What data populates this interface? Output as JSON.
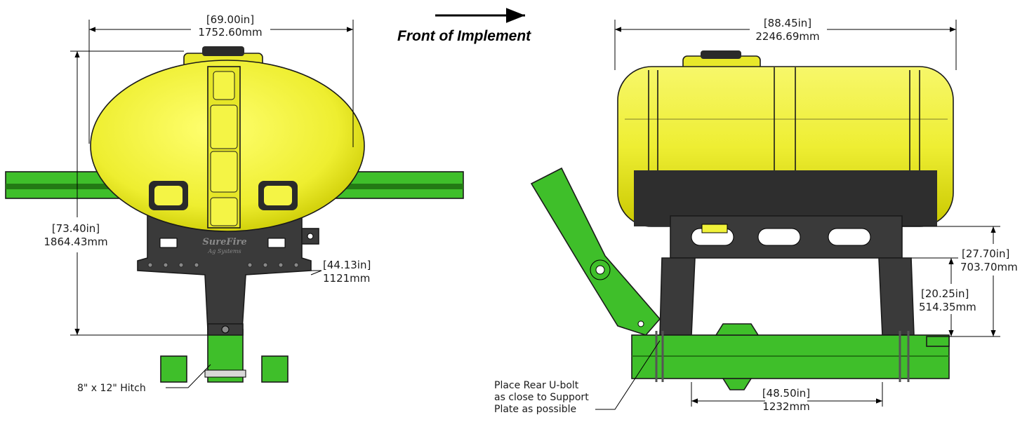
{
  "colors": {
    "tank_yellow": "#f1f23a",
    "tank_shadow": "#c9c800",
    "frame_green": "#3fbf2a",
    "frame_dark_green": "#237a14",
    "bracket_gray": "#3a3a3a",
    "outline": "#1a1a1a"
  },
  "header": {
    "front_label": "Front of Implement",
    "arrow_icon": "right-arrow-icon"
  },
  "rear_view": {
    "width_in": "[69.00in]",
    "width_mm": "1752.60mm",
    "height_in": "[73.40in]",
    "height_mm": "1864.43mm",
    "bracket_in": "[44.13in]",
    "bracket_mm": "1121mm",
    "hitch_label": "8\" x 12\" Hitch",
    "brand_logo": "SureFire Ag Systems"
  },
  "side_view": {
    "length_in": "[88.45in]",
    "length_mm": "2246.69mm",
    "total_height_in": "[27.70in]",
    "total_height_mm": "703.70mm",
    "leg_height_in": "[20.25in]",
    "leg_height_mm": "514.35mm",
    "base_in": "[48.50in]",
    "base_mm": "1232mm",
    "note_line1": "Place Rear U-bolt",
    "note_line2": "as close to Support",
    "note_line3": "Plate as possible"
  }
}
